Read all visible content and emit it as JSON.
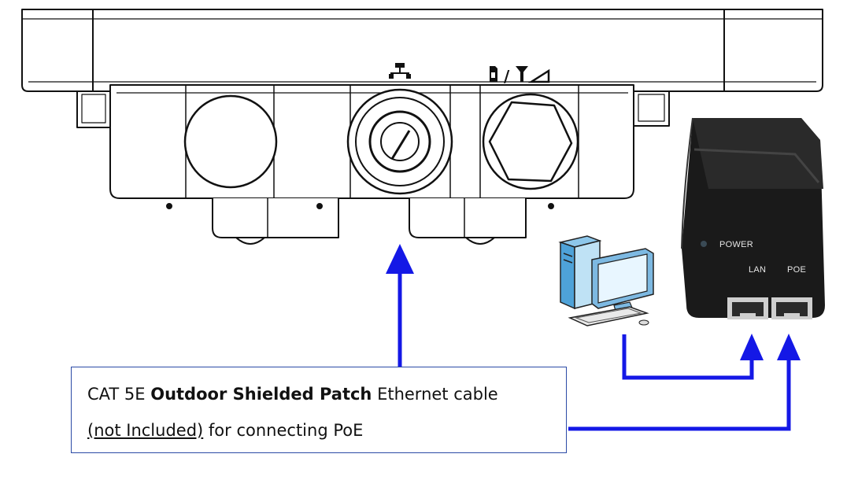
{
  "poe_injector": {
    "power_label": "POWER",
    "lan_label": "LAN",
    "poe_label": "POE"
  },
  "caption": {
    "prefix": "CAT 5E ",
    "bold": "Outdoor Shielded Patch",
    "suffix": " Ethernet cable",
    "underlined": "(not Included)",
    "rest": " for connecting PoE"
  },
  "icons": {
    "device_ports": [
      "ethernet-port-icon",
      "sim-card-icon",
      "antenna-icon",
      "signal-icon"
    ],
    "computer": "desktop-computer-icon"
  },
  "colors": {
    "arrow": "#1418e6",
    "caption_border": "#2b4aa6",
    "injector_body": "#151515",
    "device_outline": "#111111"
  }
}
